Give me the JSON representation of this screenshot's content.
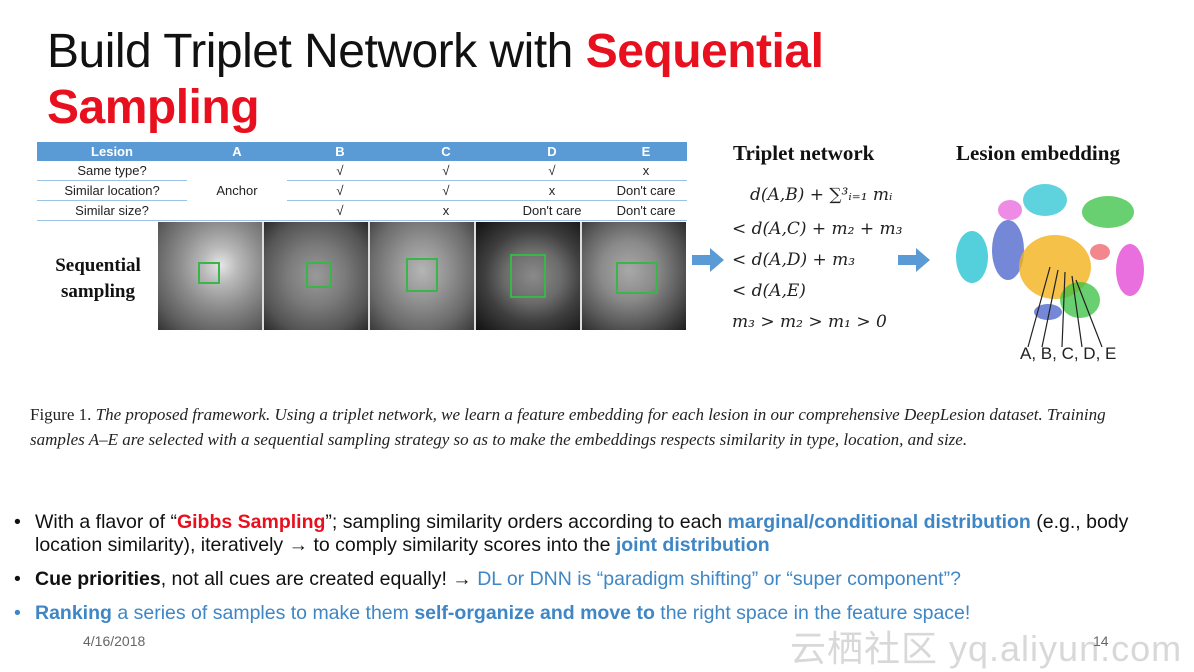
{
  "title": {
    "part1": "Build Triplet Network with ",
    "part2": "Sequential",
    "part3": "Sampling"
  },
  "table": {
    "headers": [
      "Lesion",
      "A",
      "B",
      "C",
      "D",
      "E"
    ],
    "rows": [
      [
        "Same type?",
        "",
        "√",
        "√",
        "√",
        "x"
      ],
      [
        "Similar location?",
        "Anchor",
        "√",
        "√",
        "x",
        "Don't care"
      ],
      [
        "Similar size?",
        "",
        "√",
        "x",
        "Don't care",
        "Don't care"
      ]
    ]
  },
  "sequential_label": [
    "Sequential",
    "sampling"
  ],
  "triplet_title": "Triplet network",
  "embedding_title": "Lesion embedding",
  "equations": [
    "d(A,B) + ∑³ᵢ₌₁ mᵢ",
    "< d(A,C) + m₂ + m₃",
    "< d(A,D) + m₃",
    "< d(A,E)",
    "m₃ > m₂ > m₁ > 0"
  ],
  "embedding_label": "A, B, C, D, E",
  "caption": {
    "prefix": "Figure 1. ",
    "text": "The proposed framework. Using a triplet network, we learn a feature embedding for each lesion in our comprehensive DeepLesion dataset. Training samples A–E are selected with a sequential sampling strategy so as to make the embeddings respects similarity in type, location, and size."
  },
  "bullets": {
    "b1": {
      "t1": "With a flavor of “",
      "t2": "Gibbs Sampling",
      "t3": "”; sampling similarity orders according to each ",
      "t4": "marginal/conditional distribution",
      "t5": " (e.g., body location similarity), iteratively → to comply similarity scores into the ",
      "t6": "joint distribution"
    },
    "b2": {
      "t1": "Cue priorities",
      "t2": ", not all cues are created equally! → ",
      "t3": "DL or DNN is “paradigm shifting” or “super component”?"
    },
    "b3": {
      "t1": "Ranking",
      "t2": " a series of samples to make them ",
      "t3": "self-organize and move to",
      "t4": " the right space in the feature space!"
    }
  },
  "footer": {
    "date": "4/16/2018",
    "page": "14",
    "watermark": "云栖社区 yq.aliyun.com"
  },
  "colors": {
    "title_red": "#e8101e",
    "table_header": "#5b9bd5",
    "blue_text": "#3e86c5"
  }
}
